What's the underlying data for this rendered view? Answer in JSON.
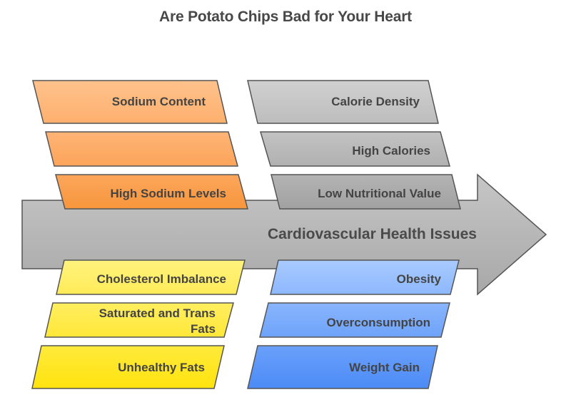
{
  "title": "Are Potato Chips Bad for Your Heart",
  "spine": {
    "label": "Cardiovascular Health Issues",
    "fill_top": "#c4c4c4",
    "fill_bottom": "#a9a9a9",
    "stroke": "#555555"
  },
  "categories": [
    {
      "name": "sodium",
      "position": "top-left",
      "color_light": "#ffbe85",
      "color_dark": "#f7953a",
      "items": [
        {
          "label": "Sodium Content"
        },
        {
          "label": ""
        },
        {
          "label": "High Sodium Levels"
        }
      ]
    },
    {
      "name": "calories",
      "position": "top-right",
      "color_light": "#cdcdcd",
      "color_dark": "#a2a2a2",
      "items": [
        {
          "label": "Calorie Density"
        },
        {
          "label": "High Calories"
        },
        {
          "label": "Low Nutritional Value"
        }
      ]
    },
    {
      "name": "fats",
      "position": "bottom-left",
      "color_light": "#fff07a",
      "color_dark": "#ffe20a",
      "items": [
        {
          "label": "Cholesterol Imbalance"
        },
        {
          "label": "Saturated and Trans Fats"
        },
        {
          "label": "Unhealthy Fats"
        }
      ]
    },
    {
      "name": "weight",
      "position": "bottom-right",
      "color_light": "#a6c8ff",
      "color_dark": "#4f8ef7",
      "items": [
        {
          "label": "Obesity"
        },
        {
          "label": "Overconsumption"
        },
        {
          "label": "Weight Gain"
        }
      ]
    }
  ]
}
